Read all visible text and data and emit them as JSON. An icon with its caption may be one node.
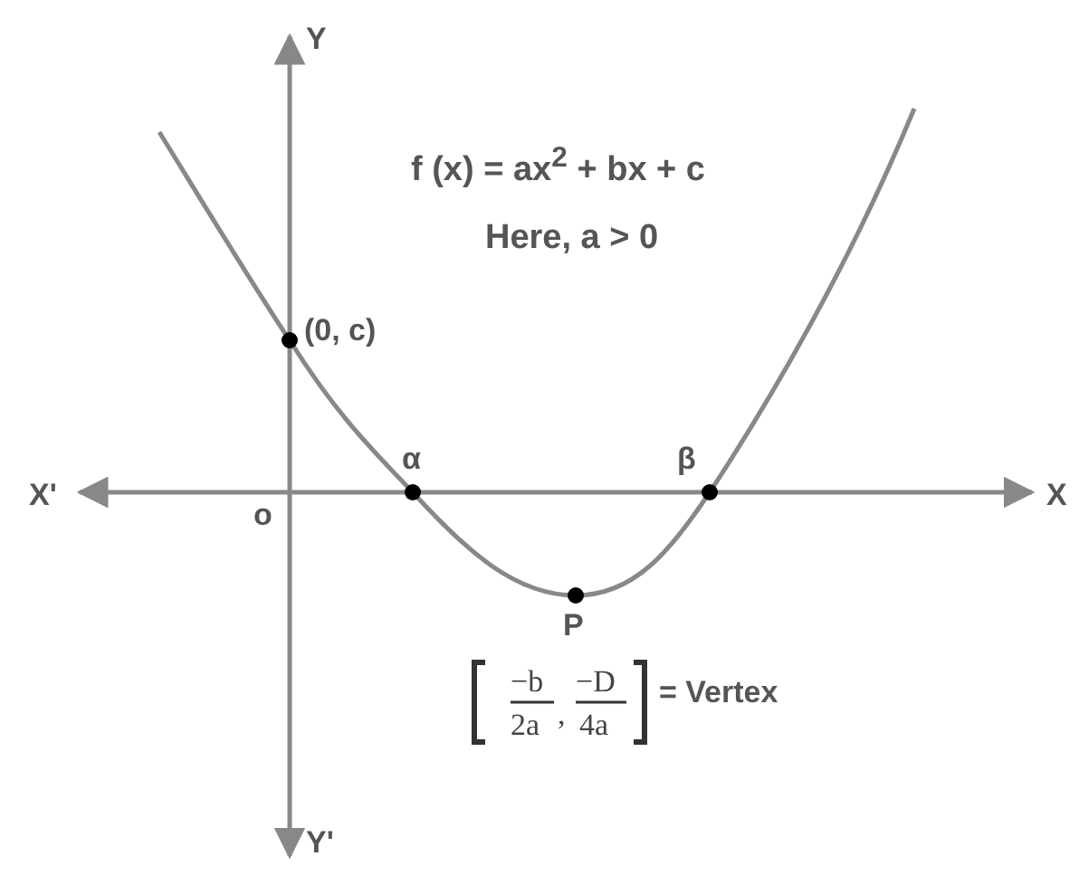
{
  "diagram": {
    "labels": [
      "Y",
      "f (x) = ax$^{2}$ + bx + c",
      "Here, a > 0",
      "(0, c)",
      "α",
      "β",
      "X'",
      "X",
      "o",
      "P",
      "−b",
      "2a",
      ",",
      "−D",
      "4a",
      "= Vertex",
      "Y'"
    ]
  }
}
